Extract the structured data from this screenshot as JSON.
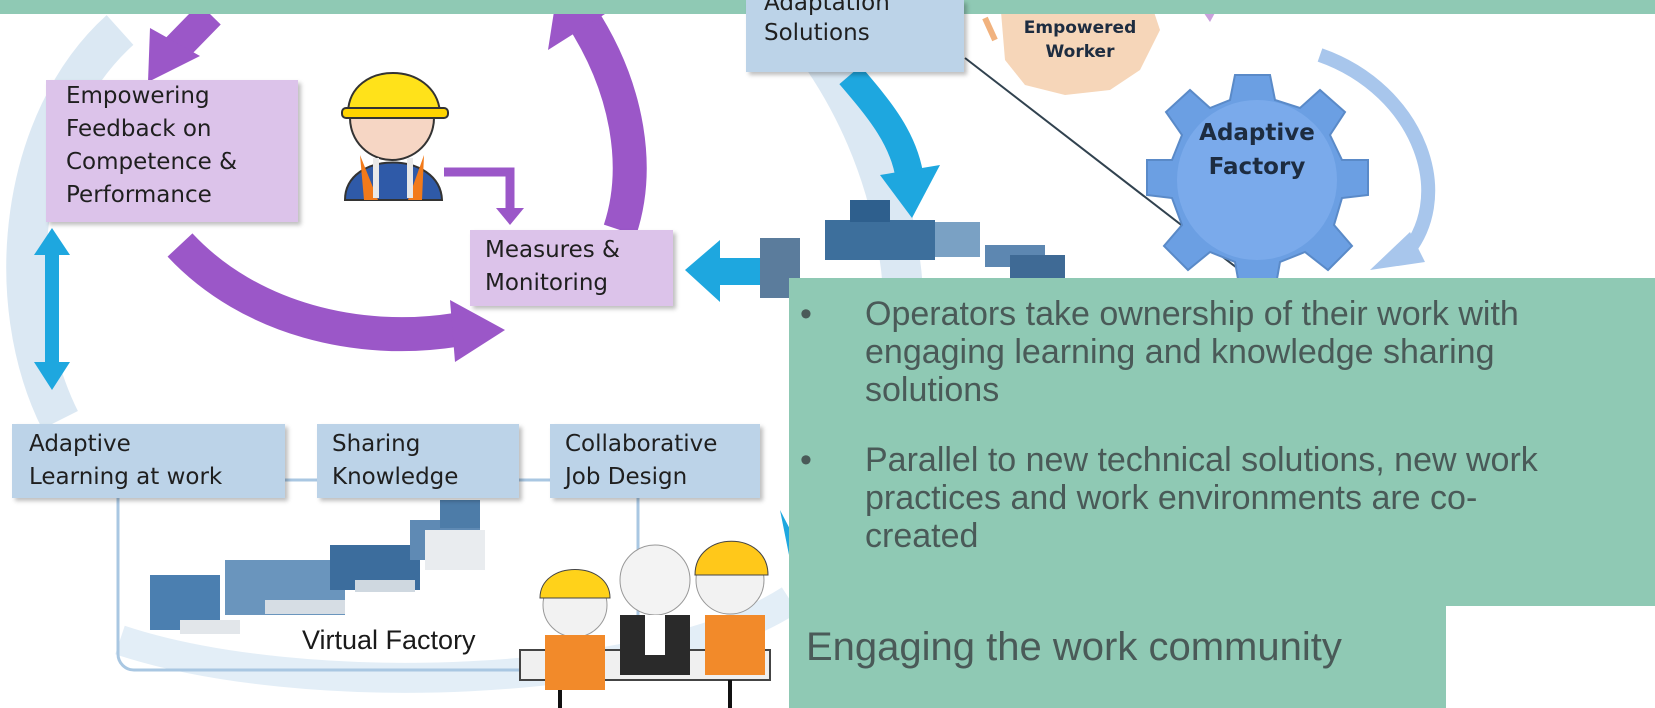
{
  "nodes": {
    "adaptation_solutions": {
      "line1": "Adaptation",
      "line2": "Solutions"
    },
    "empowering_feedback": {
      "line1": "Empowering",
      "line2": "Feedback on",
      "line3": "Competence &",
      "line4": "Performance"
    },
    "measures_monitoring": {
      "line1": "Measures &",
      "line2": "Monitoring"
    },
    "adaptive_learning": {
      "line1": "Adaptive",
      "line2": "Learning at work"
    },
    "sharing_knowledge": {
      "line1": "Sharing",
      "line2": "Knowledge"
    },
    "collaborative_job_design": {
      "line1": "Collaborative",
      "line2": "Job Design"
    }
  },
  "gears": {
    "empowered_worker": {
      "line1": "Empowered",
      "line2": "Worker"
    },
    "adaptive_factory": {
      "line1": "Adaptive",
      "line2": "Factory"
    }
  },
  "virtual_factory_label": "Virtual Factory",
  "panel": {
    "bullets": [
      {
        "lines": [
          "Operators take ownership of their work with",
          "engaging learning and knowledge sharing",
          "solutions"
        ]
      },
      {
        "lines": [
          "Parallel to new technical solutions, new work",
          "practices and work environments  are co-",
          "created"
        ]
      }
    ],
    "bullet_symbol": "•",
    "footer": "Engaging the work community"
  },
  "colors": {
    "accent_teal": "#8fc9b4",
    "purple_box": "#dcc3ea",
    "purple_arrow": "#9b57c8",
    "blue_box": "#bcd3e8",
    "cyan_arrow": "#1ea7df",
    "gear_blue": "#6b9fe3",
    "gear_orange": "#f6d6b9"
  },
  "icons": [
    "worker-hardhat-icon",
    "machine-icon",
    "factory-line-icon",
    "team-meeting-icon",
    "gear-icon"
  ]
}
